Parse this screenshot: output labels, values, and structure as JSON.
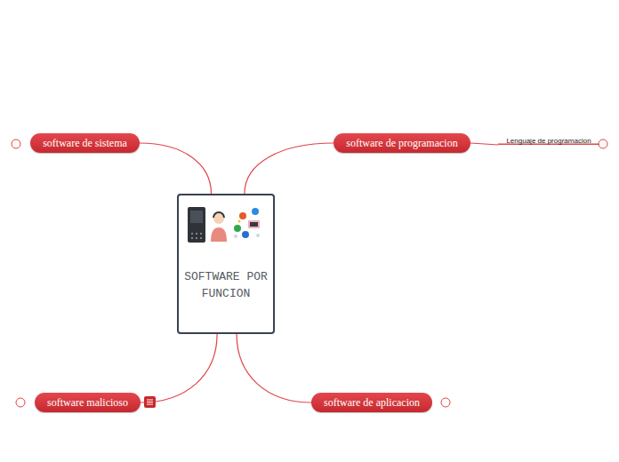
{
  "diagram": {
    "nodes": [
      {
        "text": [
          "SOFTWARE POR FUNCION"
        ]
      },
      {
        "text": [
          "software de sistema"
        ]
      },
      {
        "text": [
          "software de programacion"
        ]
      },
      {
        "text": [
          "Lenguaje de programacion"
        ]
      },
      {
        "text": [
          "software malicioso"
        ]
      },
      {
        "text": [
          "software de aplicacion"
        ]
      }
    ],
    "edges": [
      {
        "from": 0,
        "to": 1,
        "arrow": "none"
      },
      {
        "from": 0,
        "to": 2,
        "arrow": "none"
      },
      {
        "from": 2,
        "to": 3,
        "arrow": "none"
      },
      {
        "from": 0,
        "to": 4,
        "arrow": "none"
      },
      {
        "from": 0,
        "to": 5,
        "arrow": "none"
      }
    ]
  }
}
